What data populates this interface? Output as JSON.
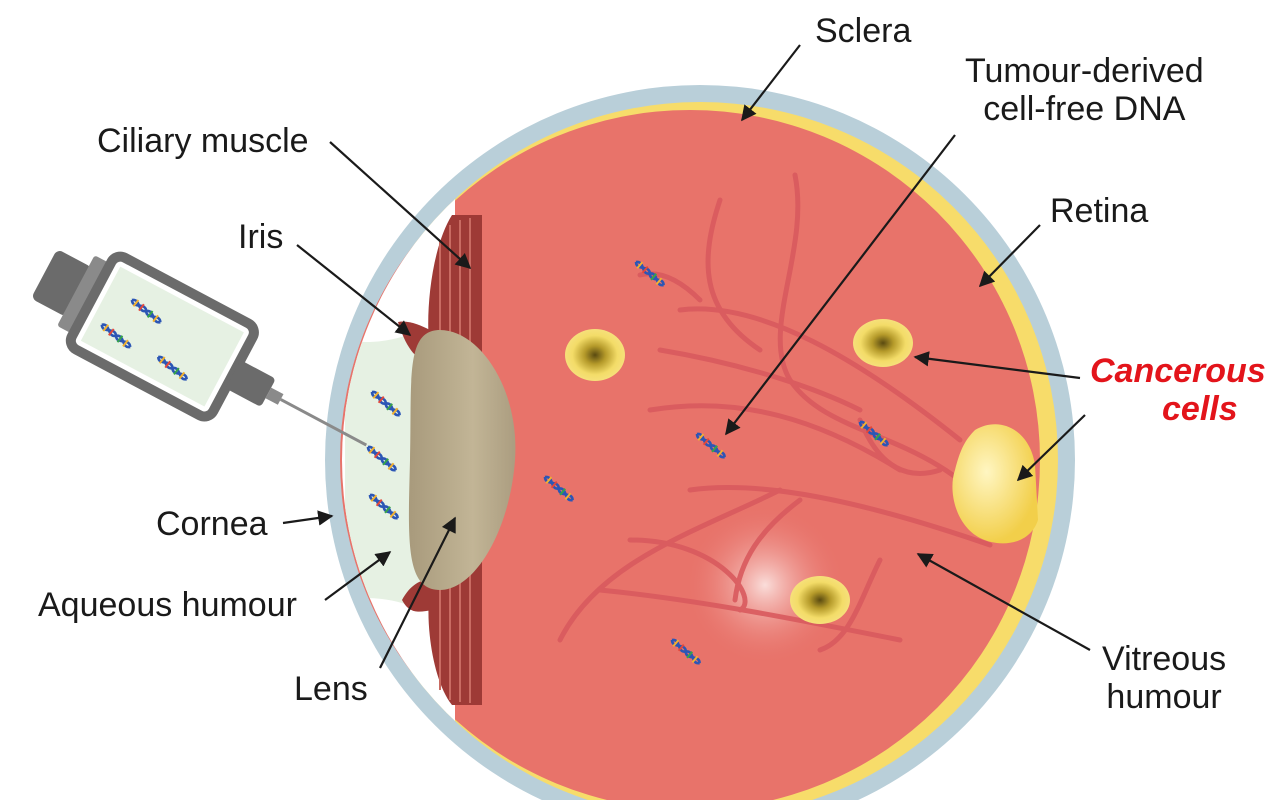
{
  "labels": {
    "sclera": "Sclera",
    "cfdna_line1": "Tumour-derived",
    "cfdna_line2": "cell-free DNA",
    "ciliary_muscle": "Ciliary muscle",
    "retina": "Retina",
    "iris": "Iris",
    "cancerous_line1": "Cancerous",
    "cancerous_line2": "cells",
    "cornea": "Cornea",
    "aqueous_humour": "Aqueous humour",
    "lens": "Lens",
    "vitreous_line1": "Vitreous",
    "vitreous_line2": "humour"
  },
  "colors": {
    "sclera": "#b9cfd9",
    "retina": "#f7dc6a",
    "vitreous": "#e8736a",
    "vessel": "#d95a5e",
    "ciliary": "#9e3a36",
    "lens": "#b7a98c",
    "aqueous": "#e6f1e3",
    "tumour": "#f6dd6e",
    "cancer_label": "#e3141b",
    "arrow": "#1a1a1a"
  },
  "icons": [
    "dna-helix-icon",
    "syringe-icon"
  ]
}
